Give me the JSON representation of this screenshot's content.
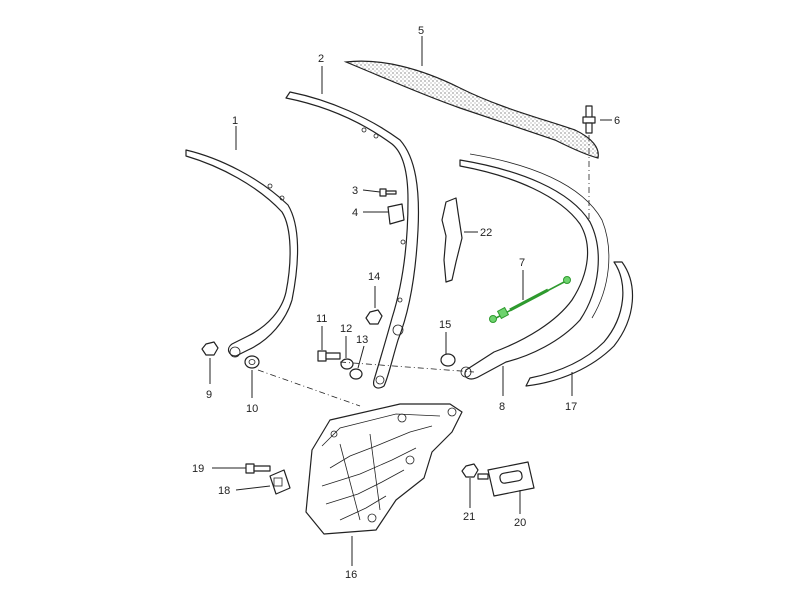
{
  "labels": {
    "p1": "1",
    "p2": "2",
    "p3": "3",
    "p4": "4",
    "p5": "5",
    "p6": "6",
    "p7": "7",
    "p8": "8",
    "p9": "9",
    "p10": "10",
    "p11": "11",
    "p12": "12",
    "p13": "13",
    "p14": "14",
    "p15": "15",
    "p16": "16",
    "p17": "17",
    "p18": "18",
    "p19": "19",
    "p20": "20",
    "p21": "21",
    "p22": "22"
  },
  "colors": {
    "highlight": "#2e9a2e",
    "line": "#222222",
    "background": "#ffffff"
  }
}
